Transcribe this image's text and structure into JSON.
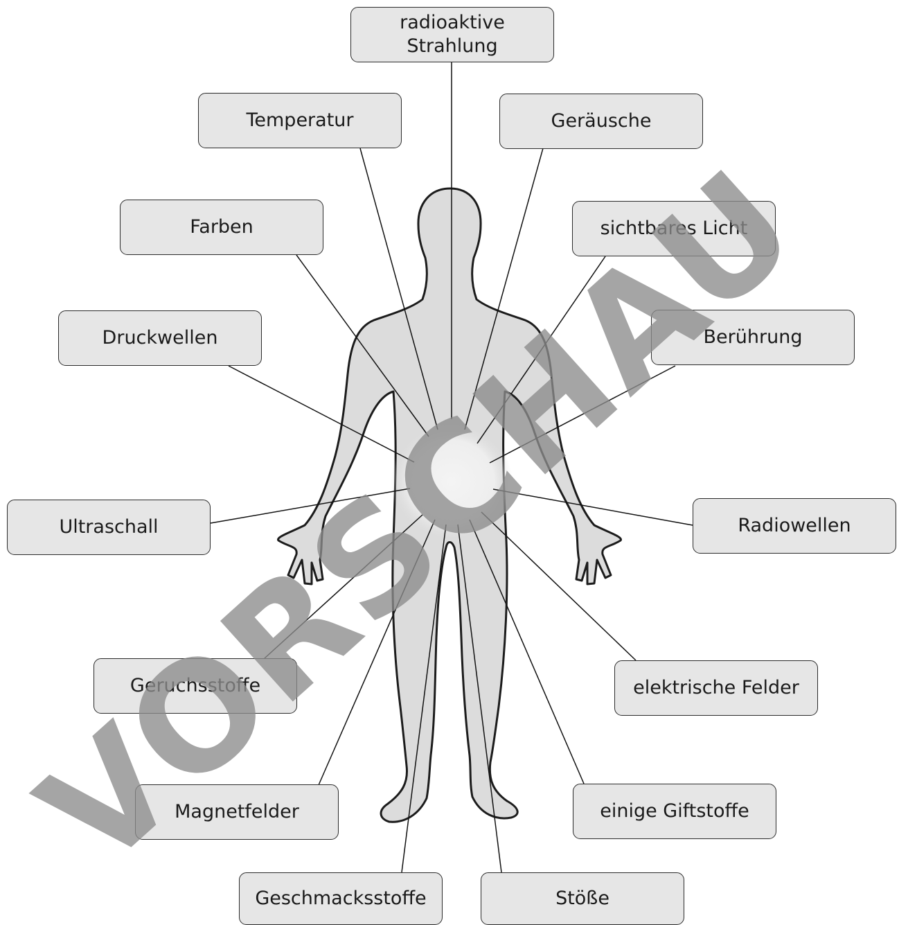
{
  "labels": {
    "radioaktive": "radioaktive\nStrahlung",
    "temperatur": "Temperatur",
    "geraeusche": "Geräusche",
    "farben": "Farben",
    "licht": "sichtbares Licht",
    "druckwellen": "Druckwellen",
    "beruehrung": "Berührung",
    "ultraschall": "Ultraschall",
    "radiowellen": "Radiowellen",
    "geruchsstoffe": "Geruchsstoffe",
    "elektrisch": "elektrische Felder",
    "magnetfelder": "Magnetfelder",
    "giftstoffe": "einige Giftstoffe",
    "geschmack": "Geschmacksstoffe",
    "stoesse": "Stöße"
  },
  "watermark": "VORSCHAU",
  "colors": {
    "box_fill": "#e6e6e6",
    "box_border": "#2a2a2a",
    "body_fill": "#dcdcdc",
    "line": "#111111",
    "watermark": "#8c8c8c"
  }
}
